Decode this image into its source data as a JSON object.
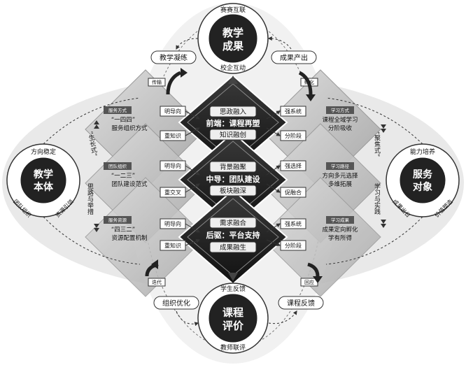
{
  "top_hub": {
    "title_line1": "教学",
    "title_line2": "成果",
    "arc_top": "赛赛互联",
    "arc_bottom": "校企互动"
  },
  "bottom_hub": {
    "title_line1": "课程",
    "title_line2": "评价",
    "arc_top": "学生反馈",
    "arc_bottom": "教师联评"
  },
  "left_hub": {
    "title_line1": "教学",
    "title_line2": "本体",
    "arc_top": "方向稳定",
    "arc_left": "团队组织",
    "arc_right": "资源引领"
  },
  "right_hub": {
    "title_line1": "服务",
    "title_line2": "对象",
    "arc_top": "能力培养",
    "arc_left": "成果出台",
    "arc_right": "价值塑造"
  },
  "top_pills": {
    "left": "教学凝练",
    "right": "成果产出"
  },
  "bottom_pills": {
    "left": "组织优化",
    "right": "课程反馈"
  },
  "left_vertical": {
    "upper": "“生长式”",
    "lower": "思路与举措"
  },
  "right_vertical": {
    "upper": "“聚焦式”",
    "lower": "学习与实践"
  },
  "small_tags": {
    "top_left": "传输",
    "top_right": "孵化",
    "bottom_left": "迭代",
    "bottom_right": "回应"
  },
  "left_rows": [
    {
      "header": "服务方式",
      "line1": "“一四四”",
      "line2": "服务组织方式",
      "tag_top": "明导向",
      "tag_bottom": "重知识"
    },
    {
      "header": "团队组织",
      "line1": "“一二三”",
      "line2": "团队建设范式",
      "tag_top": "明导向",
      "tag_bottom": "重交叉"
    },
    {
      "header": "服务资源",
      "line1": "“四三二”",
      "line2": "资源配置机制",
      "tag_top": "明导向",
      "tag_bottom": "重知识"
    }
  ],
  "right_rows": [
    {
      "header": "学习方式",
      "line1": "课程全域学习",
      "line2": "分阶吸收",
      "tag_top": "强系统",
      "tag_bottom": "分阶段"
    },
    {
      "header": "学习路径",
      "line1": "方向多元选择",
      "line2": "多维拓展",
      "tag_top": "强选择",
      "tag_bottom": "促融合"
    },
    {
      "header": "学习成果",
      "line1": "成果定向孵化",
      "line2": "学有所得",
      "tag_top": "强系统",
      "tag_bottom": "分阶段"
    }
  ],
  "center": [
    {
      "top": "思政融入",
      "mid": "前端：课程再塑",
      "bottom": "知识融创"
    },
    {
      "top": "背景融聚",
      "mid": "中导：团队建设",
      "bottom": "板块融深"
    },
    {
      "top": "需求融合",
      "mid": "后驱：平台支持",
      "bottom": "成果融生"
    }
  ]
}
